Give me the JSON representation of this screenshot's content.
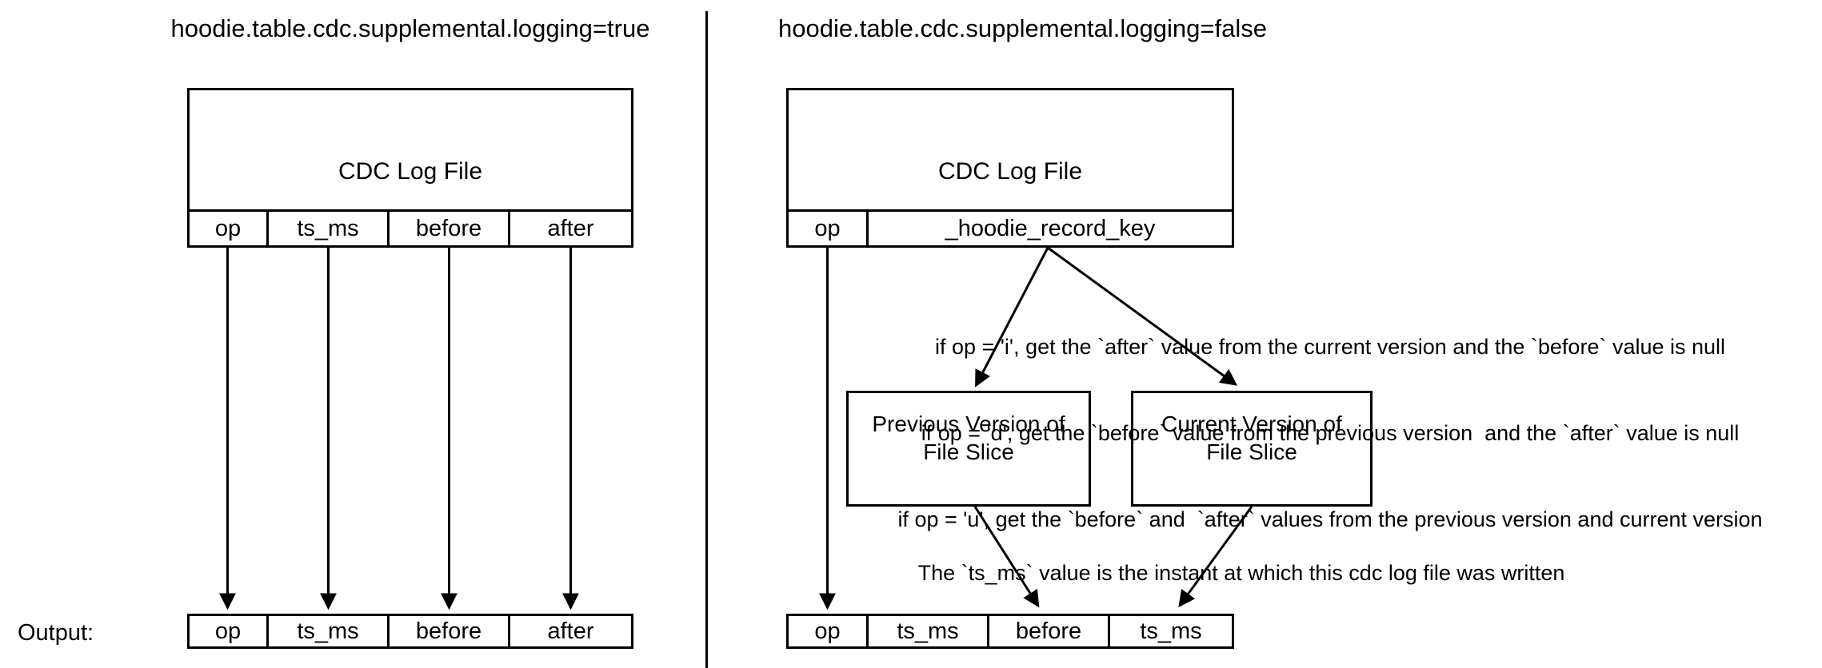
{
  "page": {
    "background_color": "#ffffff",
    "line_color": "#000000",
    "text_color": "#000000"
  },
  "left_panel": {
    "title": "hoodie.table.cdc.supplemental.logging=true",
    "cdc_box": {
      "title": "CDC Log File",
      "columns": [
        "op",
        "ts_ms",
        "before",
        "after"
      ]
    },
    "output": {
      "label": "Output:",
      "columns": [
        "op",
        "ts_ms",
        "before",
        "after"
      ]
    }
  },
  "right_panel": {
    "title": "hoodie.table.cdc.supplemental.logging=false",
    "cdc_box": {
      "title": "CDC Log File",
      "columns": [
        "op",
        "_hoodie_record_key"
      ]
    },
    "op_rules": [
      "if op = 'i', get the `after` value from the current version and the `before` value is null",
      "if op = 'd', get the `before` value from the previous version  and the `after` value is null",
      "if op = 'u', get the `before` and  `after` values from the previous version and current version"
    ],
    "file_slice_boxes": {
      "previous": {
        "line1": "Previous Version of",
        "line2": "File Slice"
      },
      "current": {
        "line1": "Current Version of",
        "line2": "File Slice"
      }
    },
    "ts_ms_note": "The `ts_ms` value is the instant at which this cdc log file was written",
    "output": {
      "columns": [
        "op",
        "ts_ms",
        "before",
        "ts_ms"
      ]
    }
  }
}
